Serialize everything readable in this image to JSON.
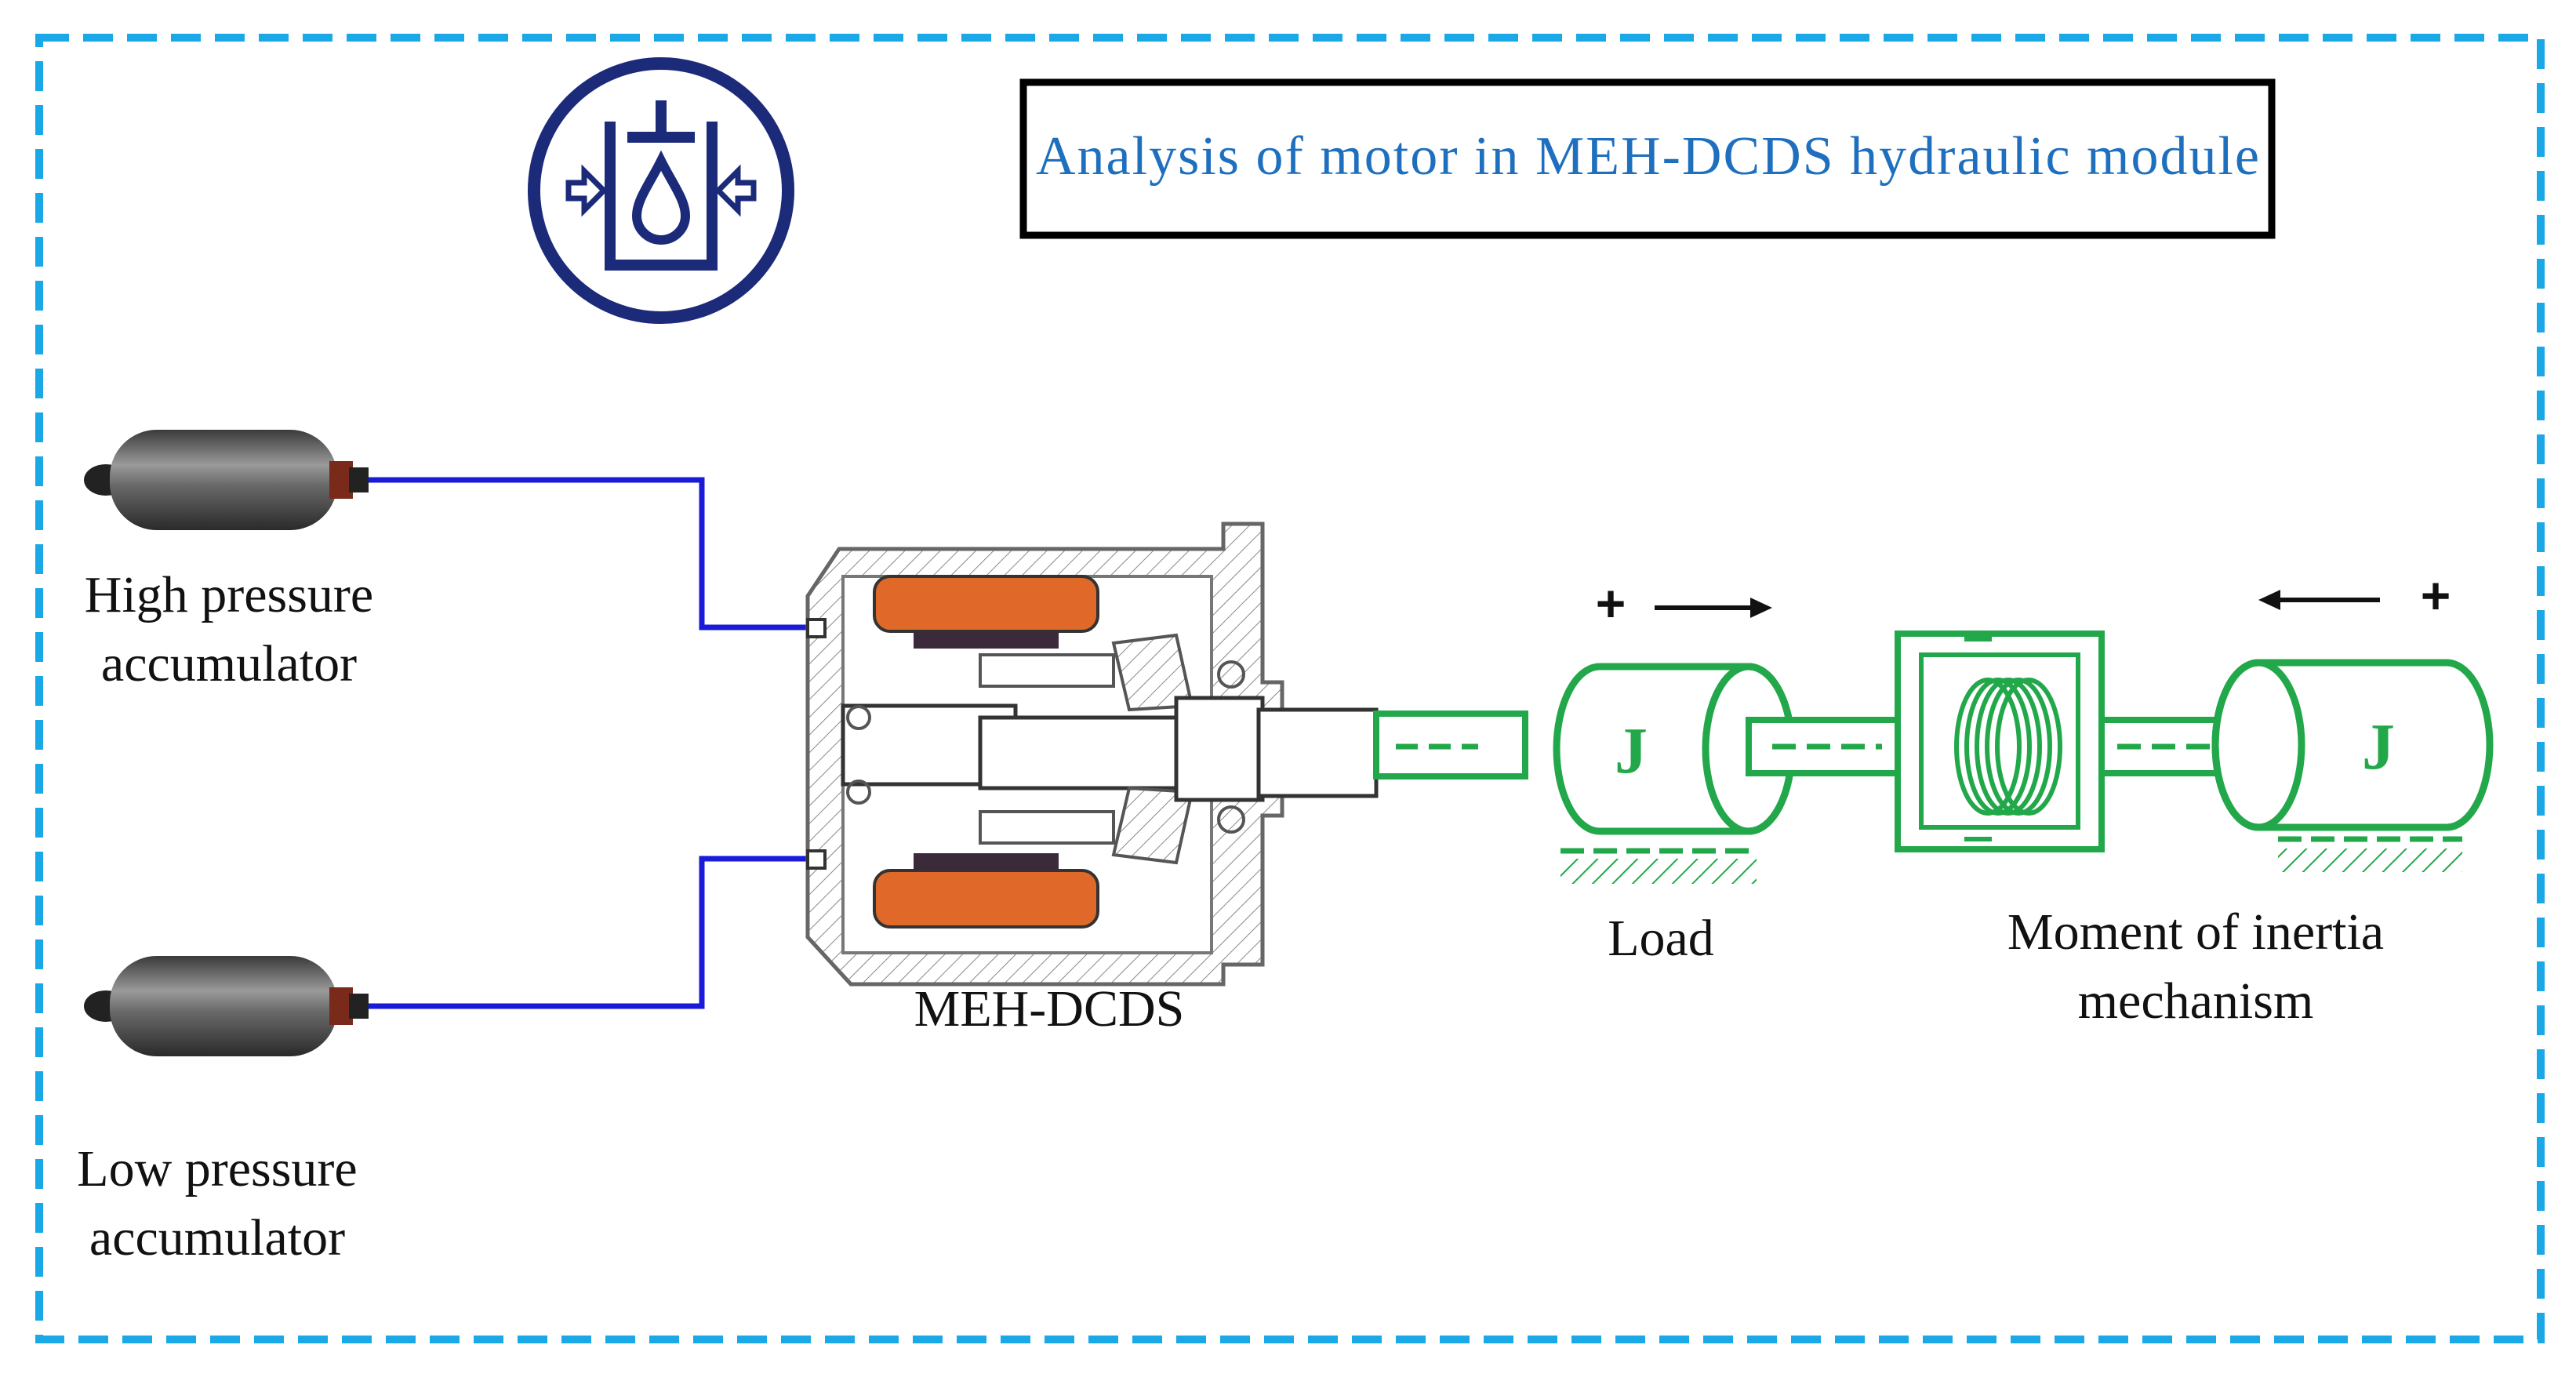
{
  "title": "Analysis of motor in MEH-DCDS hydraulic module",
  "labels": {
    "high_accumulator_line1": "High pressure",
    "high_accumulator_line2": "accumulator",
    "low_accumulator_line1": "Low pressure",
    "low_accumulator_line2": "accumulator",
    "motor": "MEH-DCDS",
    "load": "Load",
    "inertia_line1": "Moment of inertia",
    "inertia_line2": "mechanism",
    "inertia_symbol_load": "J",
    "inertia_symbol_mechanism": "J",
    "plus_left": "+",
    "plus_right": "+"
  },
  "icons": {
    "module": "hydraulic-cylinder-drop-icon",
    "accumulator": "bladder-accumulator-icon"
  },
  "colors": {
    "frame_dashed": "#1aa8e6",
    "title_text": "#1f6fbf",
    "icon_navy": "#1c2a7a",
    "hydraulic_line": "#1a1ad9",
    "mechanism_green": "#22a84a",
    "coil_orange": "#e0692a"
  }
}
